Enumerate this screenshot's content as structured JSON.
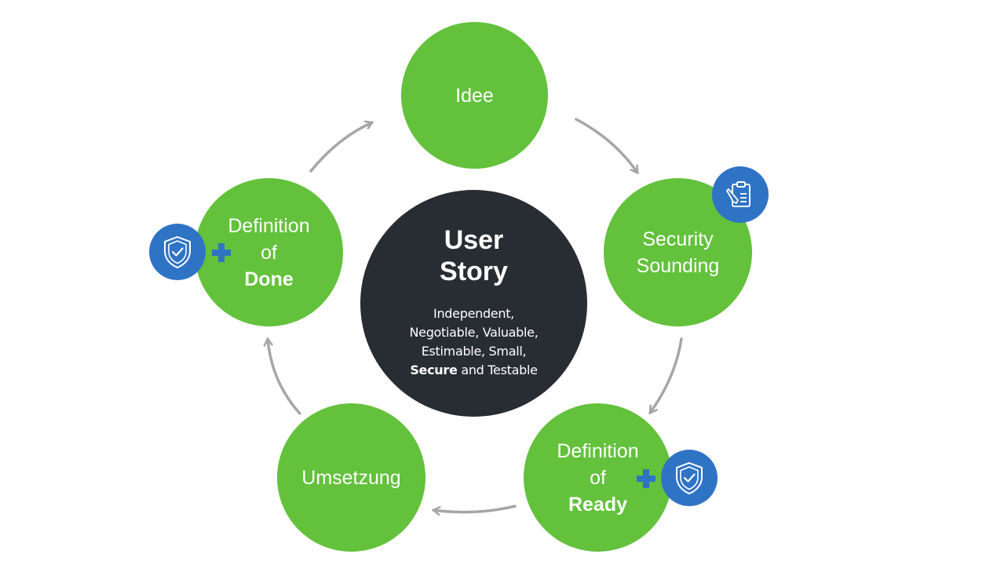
{
  "center": {
    "title_line1": "User",
    "title_line2": "Story",
    "desc_line1": "Independent,",
    "desc_line2": "Negotiable, Valuable,",
    "desc_line3": "Estimable, Small,",
    "desc_line4_bold": "Secure",
    "desc_line4_rest": " and Testable"
  },
  "nodes": {
    "idee": {
      "label": "Idee"
    },
    "security_sounding": {
      "line1": "Security",
      "line2": "Sounding"
    },
    "definition_of_ready": {
      "line1": "Definition",
      "line2": "of",
      "line3": "Ready"
    },
    "umsetzung": {
      "label": "Umsetzung"
    },
    "definition_of_done": {
      "line1": "Definition",
      "line2": "of",
      "line3": "Done"
    }
  },
  "badges": {
    "security_sounding": "clipboard-icon",
    "definition_of_ready": "shield-check-icon",
    "definition_of_done": "shield-check-icon"
  },
  "colors": {
    "node_green": "#63c13c",
    "center_dark": "#282c33",
    "badge_blue": "#2f73c5",
    "arrow_gray": "#a6a6a6"
  }
}
